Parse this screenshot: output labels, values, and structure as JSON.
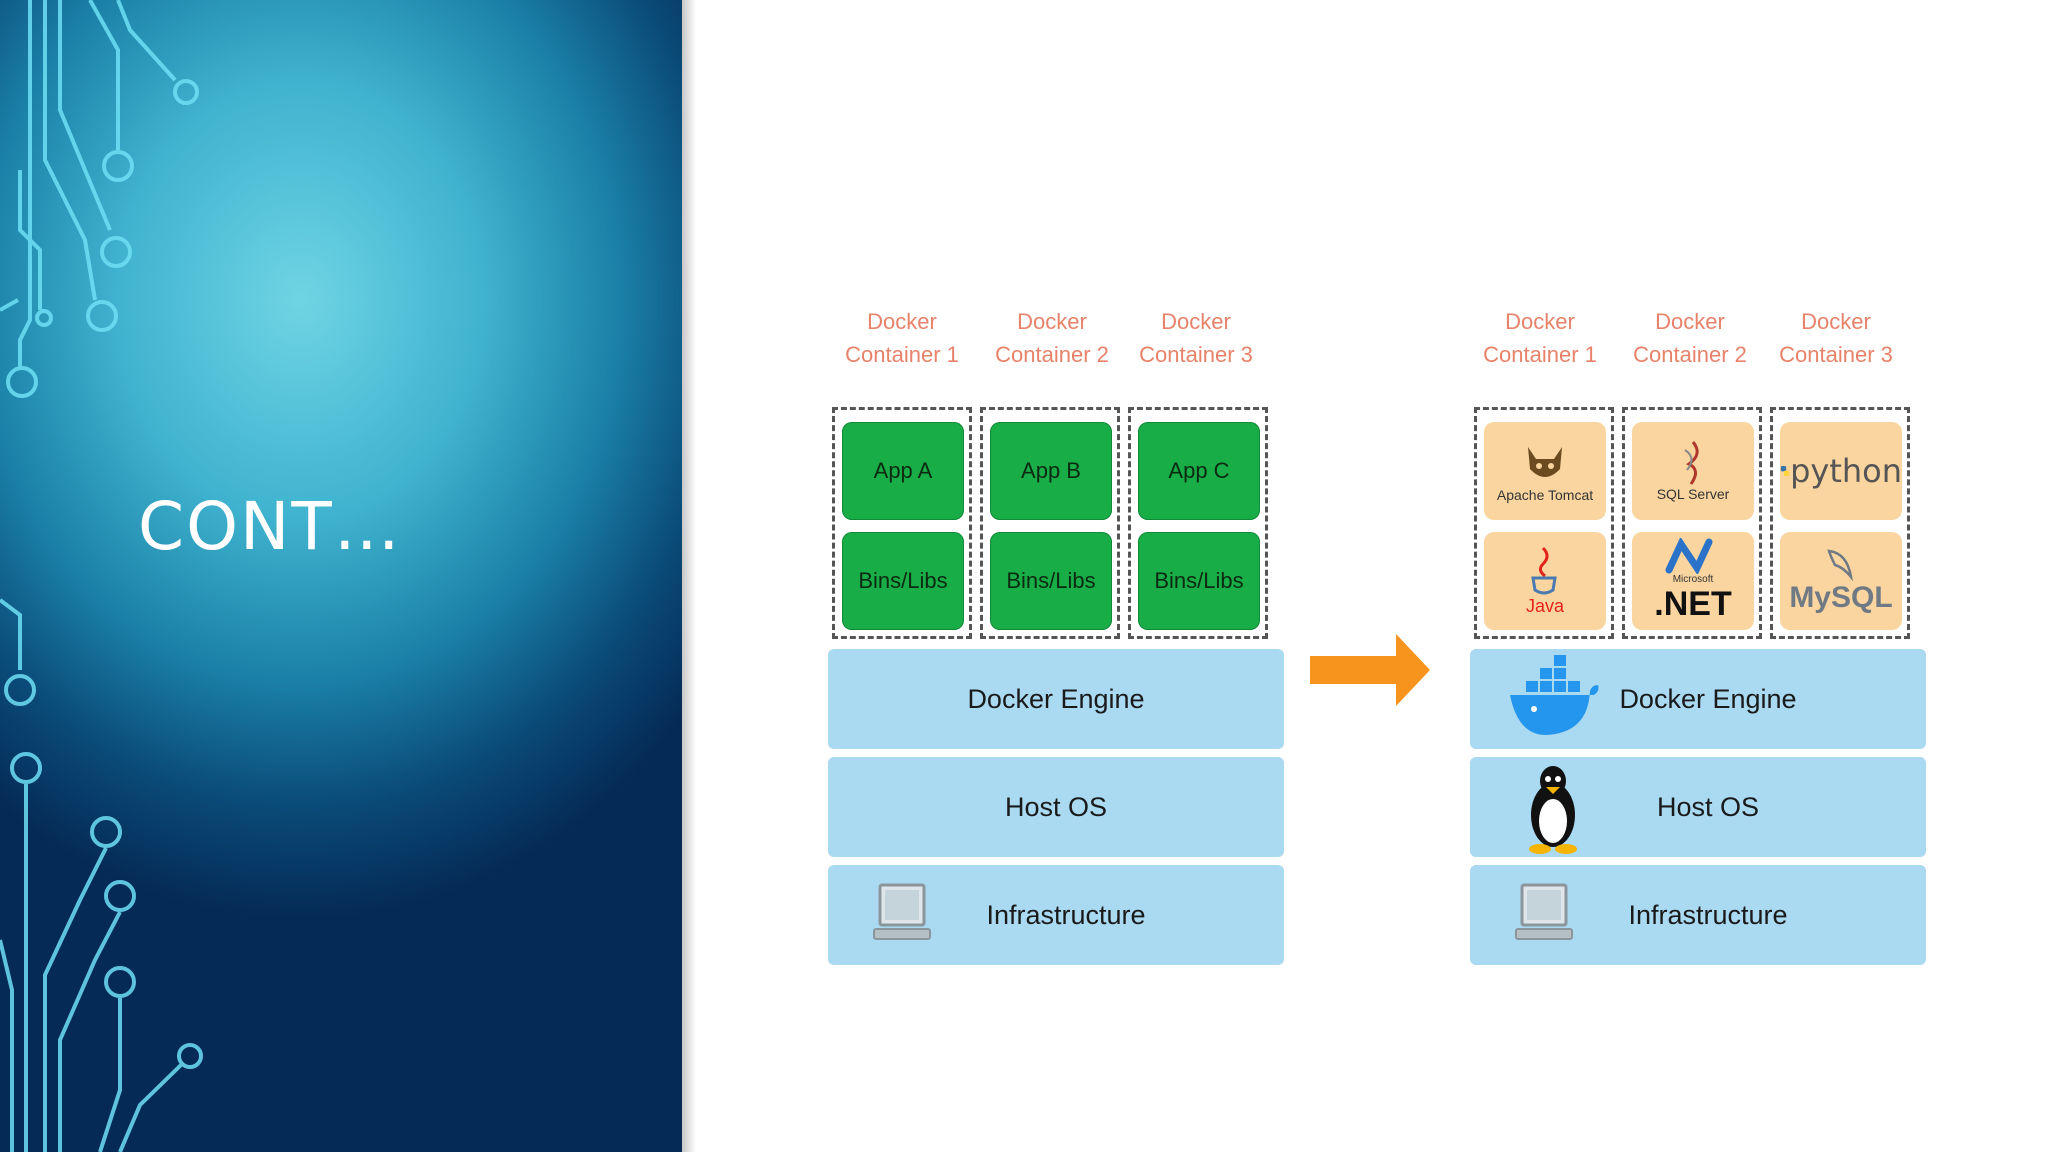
{
  "slide": {
    "title": "CONT…"
  },
  "left_diagram": {
    "containers": [
      {
        "header_line1": "Docker",
        "header_line2": "Container 1",
        "top": "App A",
        "bottom": "Bins/Libs"
      },
      {
        "header_line1": "Docker",
        "header_line2": "Container 2",
        "top": "App B",
        "bottom": "Bins/Libs"
      },
      {
        "header_line1": "Docker",
        "header_line2": "Container 3",
        "top": "App C",
        "bottom": "Bins/Libs"
      }
    ],
    "layers": {
      "engine": "Docker Engine",
      "host_os": "Host OS",
      "infrastructure": "Infrastructure"
    }
  },
  "right_diagram": {
    "containers": [
      {
        "header_line1": "Docker",
        "header_line2": "Container 1",
        "top_logo": "Apache Tomcat",
        "bottom_logo": "Java"
      },
      {
        "header_line1": "Docker",
        "header_line2": "Container 2",
        "top_logo": "SQL Server",
        "bottom_logo": ".NET",
        "bottom_logo_small": "Microsoft"
      },
      {
        "header_line1": "Docker",
        "header_line2": "Container 3",
        "top_logo": "python",
        "bottom_logo": "MySQL"
      }
    ],
    "layers": {
      "engine": "Docker Engine",
      "host_os": "Host OS",
      "infrastructure": "Infrastructure"
    }
  },
  "icons": {
    "laptop": "laptop-icon",
    "docker_whale": "docker-whale-icon",
    "linux_penguin": "linux-penguin-icon",
    "arrow": "arrow-right-icon"
  },
  "colors": {
    "app_tile": "#19ad48",
    "tech_tile": "#fad5a0",
    "layer": "#aad9f2",
    "header_text": "#e8826a",
    "arrow": "#f7941d"
  }
}
